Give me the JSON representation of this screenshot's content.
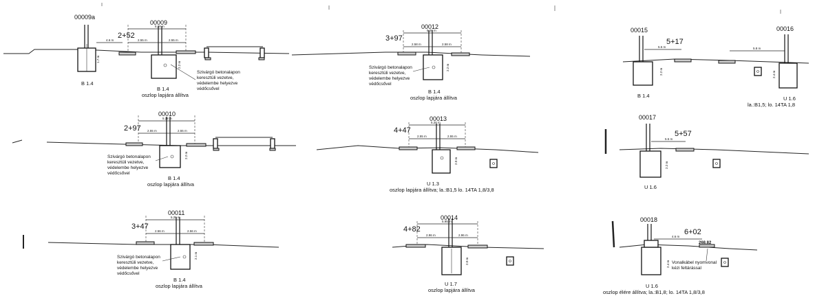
{
  "drawings": [
    {
      "id": "00009a",
      "chainage": "",
      "notes": [],
      "type_label": "B 1.4",
      "caption": "",
      "dim_top": "",
      "dim_left": "4.6 m",
      "dim_right": "",
      "depth": "1.7 m"
    },
    {
      "id": "00009",
      "chainage": "2+52",
      "notes": [
        "Szivárgó betonalapon",
        "keresztüli vezetve,",
        "védelembe helyezve",
        "védőcsővel"
      ],
      "type_label": "B 1.4",
      "caption": "oszlop lapjára állítva",
      "dim_top": "5.28 m",
      "dim_left": "2.55 m",
      "dim_right": "2.55 m",
      "depth": "2.2 m"
    },
    {
      "id": "00010",
      "chainage": "2+97",
      "notes": [
        "Szivárgó betonalapon",
        "keresztüli vezetve,",
        "védelembe helyezve",
        "védőcsővel"
      ],
      "type_label": "B 1.4",
      "caption": "oszlop lapjára állítva",
      "dim_top": "5.28 m",
      "dim_left": "2.55 m",
      "dim_right": "2.55 m",
      "depth": "2.2 m"
    },
    {
      "id": "00011",
      "chainage": "3+47",
      "notes": [
        "Szivárgó betonalapon",
        "keresztüli vezetve,",
        "védelembe helyezve",
        "védőcsővel"
      ],
      "type_label": "B 1.4",
      "caption": "oszlop lapjára állítva",
      "dim_top": "5.25 m",
      "dim_left": "2.56 m",
      "dim_right": "2.56 m",
      "depth": "2.1 m"
    },
    {
      "id": "00012",
      "chainage": "3+97",
      "notes": [
        "Szivárgó betonalapon",
        "keresztüli vezetve,",
        "védelembe helyezve",
        "védőcsővel"
      ],
      "type_label": "B 1.4",
      "caption": "oszlop lapjára állítva",
      "dim_top": "5.28 m",
      "dim_left": "2.58 m",
      "dim_right": "2.58 m",
      "depth": "2.2 m"
    },
    {
      "id": "00013",
      "chainage": "4+47",
      "notes": [],
      "type_label": "U 1.3",
      "caption": "oszlop lapjára állítva; la.:B1,5 lo. 14TA 1,8/3,8",
      "dim_top": "5.28 m",
      "dim_left": "2.55 m",
      "dim_right": "2.55 m",
      "depth": "2.0 m"
    },
    {
      "id": "00014",
      "chainage": "4+82",
      "notes": [],
      "type_label": "U 1.7",
      "caption": "oszlop lapjára állítva",
      "dim_top": "5.95 m",
      "dim_left": "2.96 m",
      "dim_right": "2.96 m",
      "depth": "2.0 m"
    },
    {
      "id": "00015",
      "chainage": "5+17",
      "notes": [],
      "type_label": "B 1.4",
      "caption": "",
      "dim_top": "",
      "dim_left": "5.5 m",
      "dim_right": "",
      "depth": "2.2 m"
    },
    {
      "id": "00016",
      "chainage": "",
      "notes": [],
      "type_label": "U 1.6",
      "caption": "la.:B1,5; lo. 14TA 1,8",
      "dim_top": "",
      "dim_left": "5.8 m",
      "dim_right": "",
      "depth": "2.4 m"
    },
    {
      "id": "00017",
      "chainage": "5+57",
      "notes": [],
      "type_label": "U 1.6",
      "caption": "",
      "dim_top": "",
      "dim_left": "5.5 m",
      "dim_right": "",
      "depth": "2.2 m"
    },
    {
      "id": "00018",
      "chainage": "6+02",
      "notes": [
        "Vonalkábel nyomvonal",
        "kézi feltárással"
      ],
      "type_label": "U 1.6",
      "caption": "oszlop élére állítva; la.:B1,8; lo. 14TA 1,8/3,8",
      "dim_top": "",
      "dim_left": "4.6 m",
      "dim_right": "",
      "depth": "2.4 m",
      "elevation": "268.82"
    }
  ]
}
